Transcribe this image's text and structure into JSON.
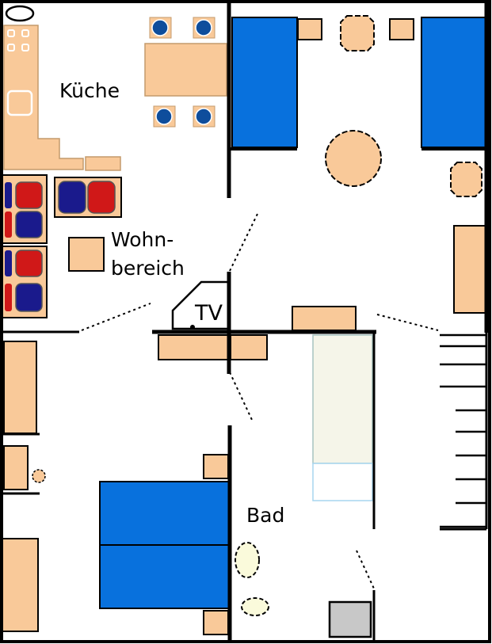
{
  "labels": {
    "kitchen": "Küche",
    "living_1": "Wohn-",
    "living_2": "bereich",
    "tv": "TV",
    "bath": "Bad"
  },
  "colors": {
    "wall": "#000000",
    "furniture": "#f9c999",
    "bed": "#0871dd",
    "chair": "#0e4d9c",
    "sofa_red": "#d01818",
    "sofa_blue": "#1a1a8c",
    "bathtub": "#f5f5e9",
    "shower_water": "#a7d6ef",
    "sink": "#fafadb",
    "toilet_grey": "#c8c8c8",
    "stairs": "#000000"
  }
}
